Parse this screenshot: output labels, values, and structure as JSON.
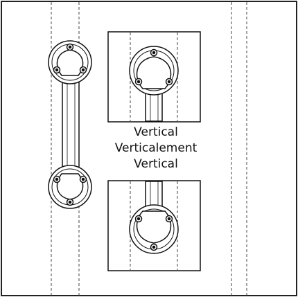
{
  "orientation_labels": {
    "english": "Vertical",
    "french": "Verticalement",
    "spanish": "Vertical"
  },
  "figure": {
    "subject": "vertical grab bar installation",
    "detail_views": [
      "top-mount-detail",
      "bottom-mount-detail"
    ]
  }
}
